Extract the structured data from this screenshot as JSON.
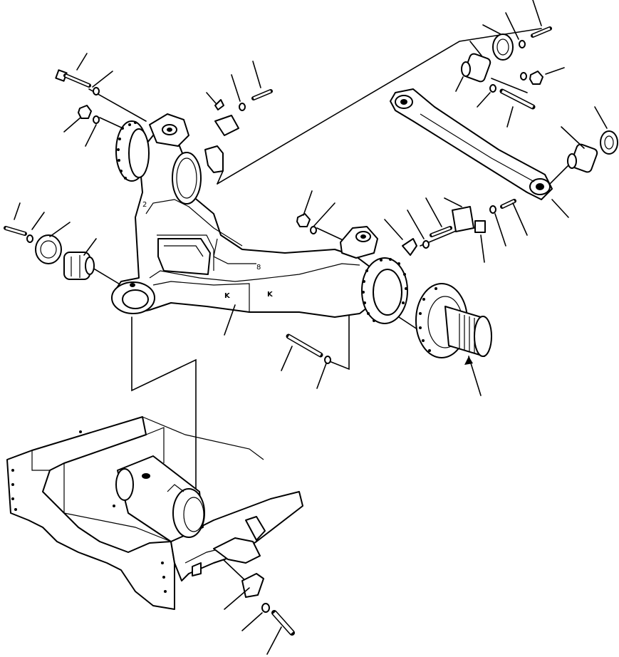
{
  "diagram": {
    "labels": {
      "mark_left": "K",
      "mark_right": "K",
      "boss_1": "2",
      "boss_2": "8"
    },
    "colors": {
      "line": "#000000",
      "background": "#ffffff"
    }
  }
}
